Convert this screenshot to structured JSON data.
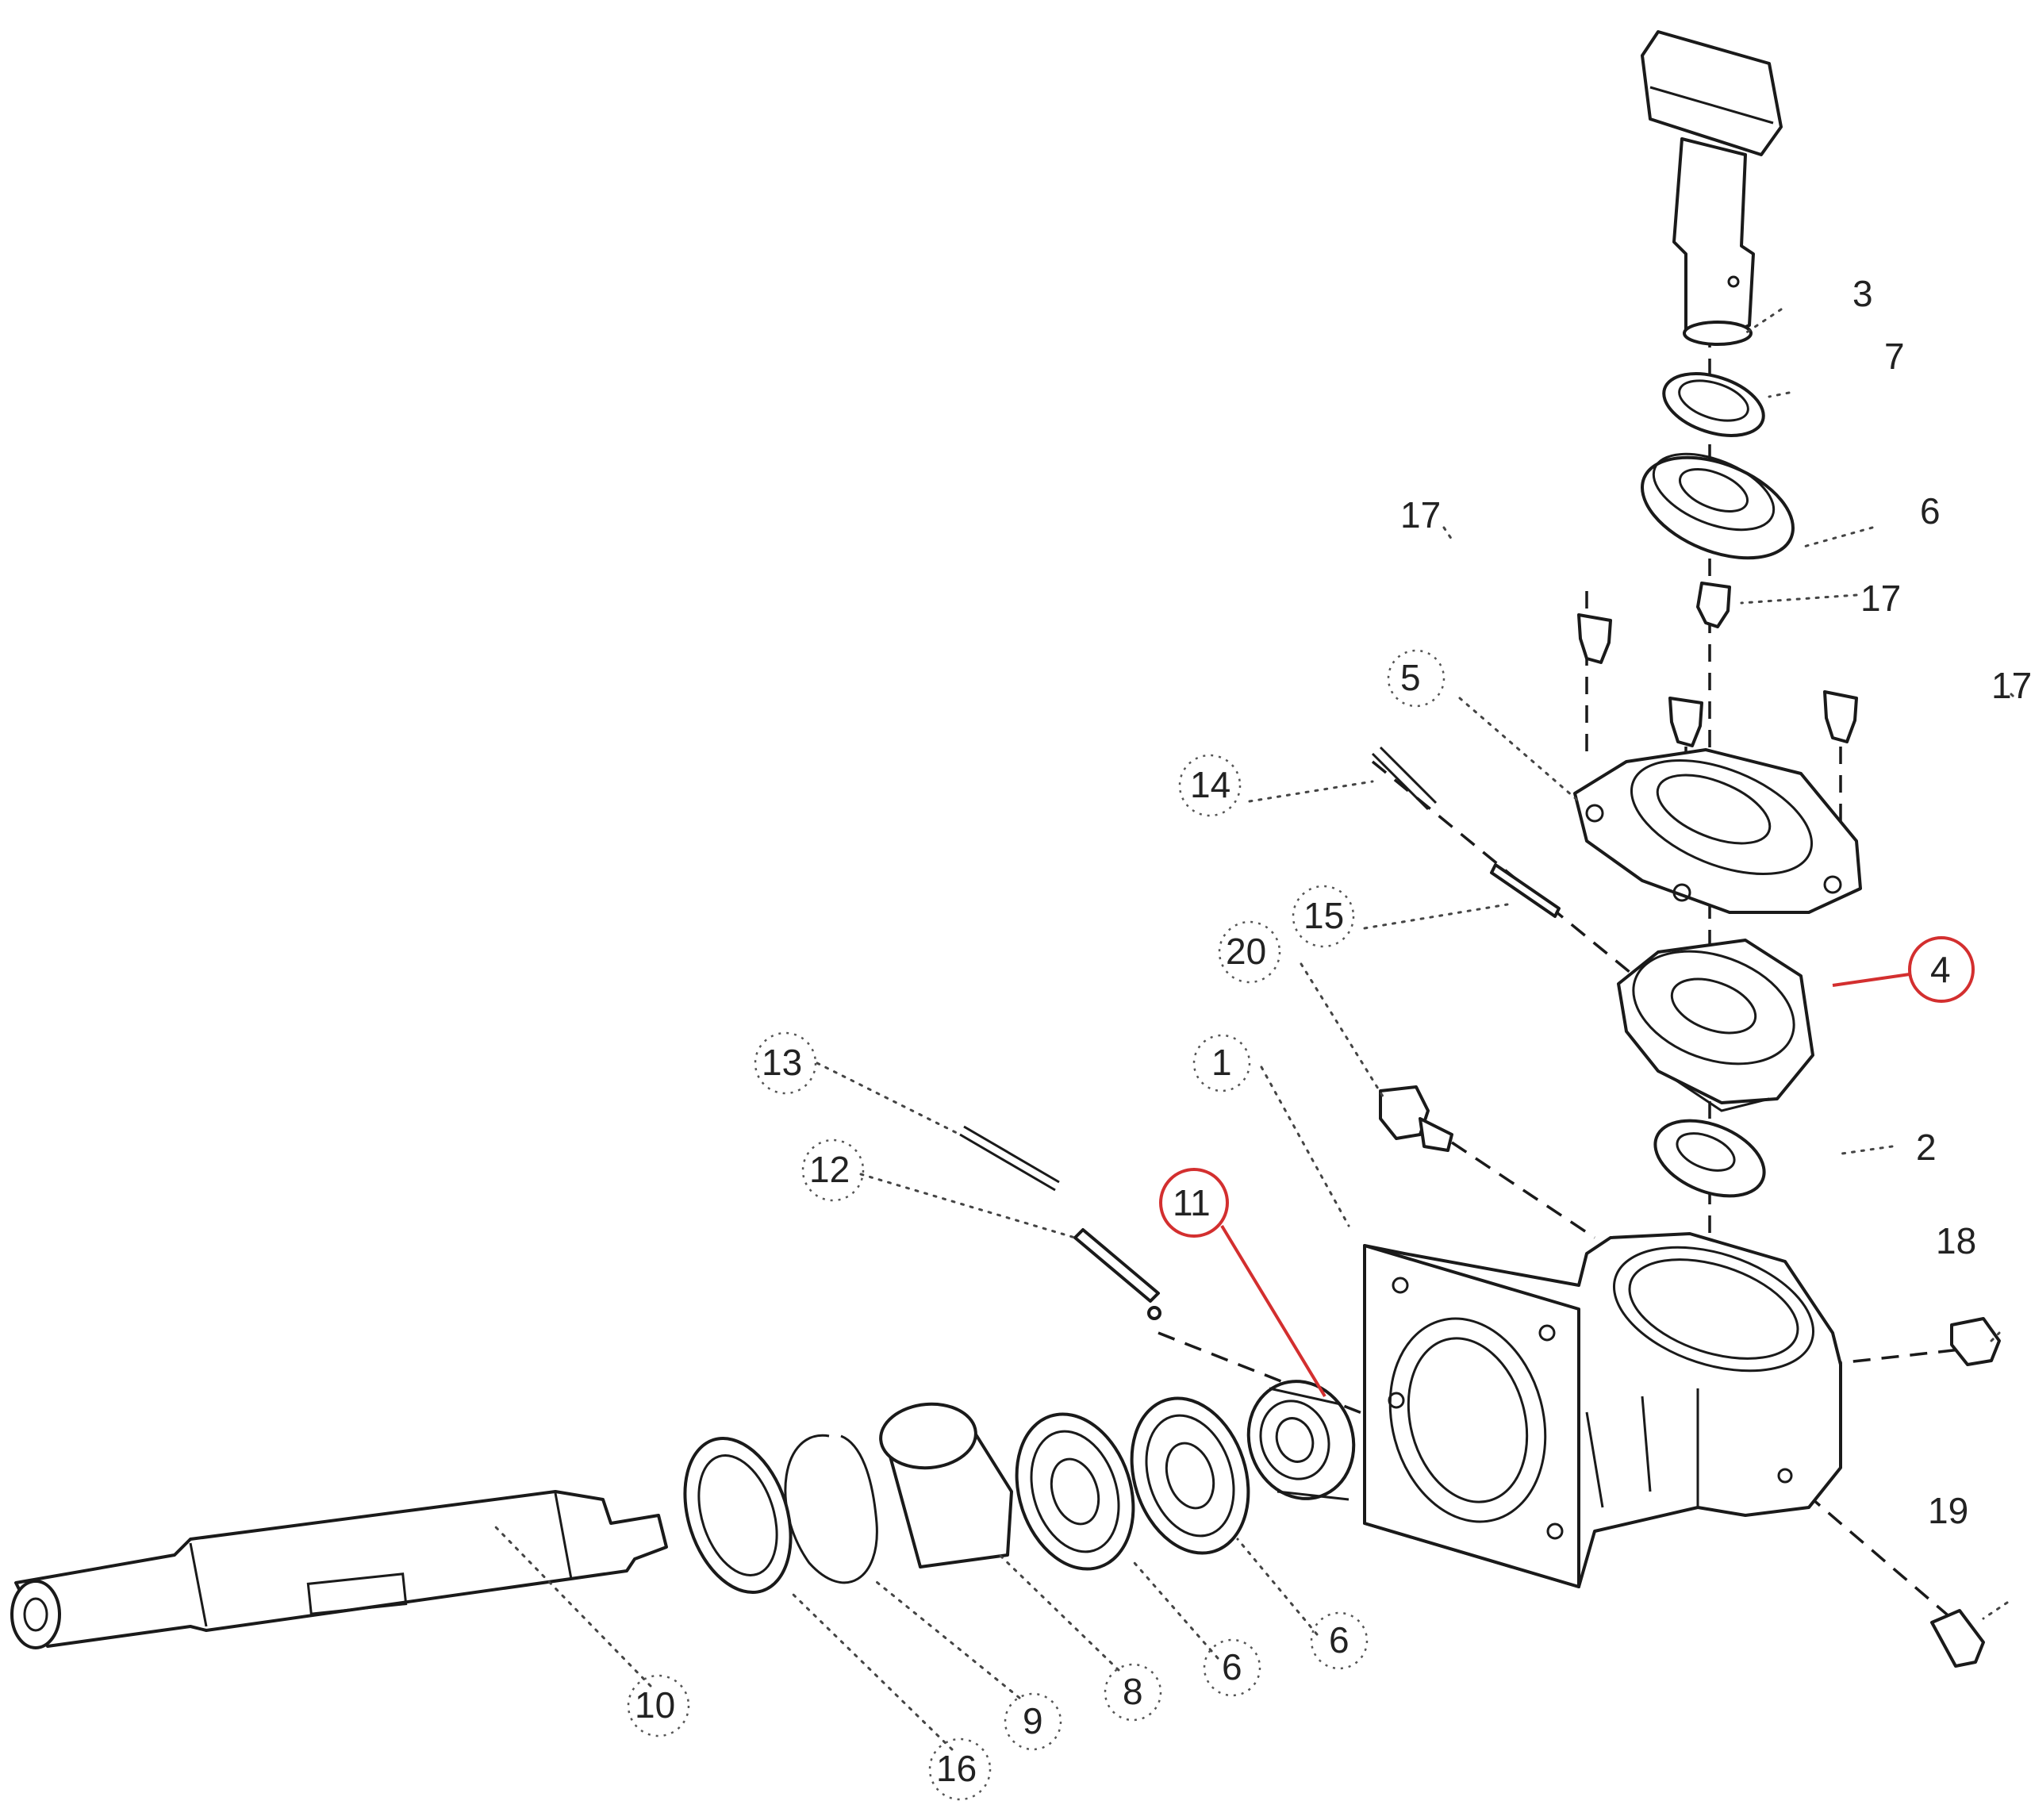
{
  "diagram": {
    "labels": [
      {
        "id": "3",
        "text": "3"
      },
      {
        "id": "7a",
        "text": "7"
      },
      {
        "id": "6a",
        "text": "6"
      },
      {
        "id": "17a",
        "text": "17"
      },
      {
        "id": "17b",
        "text": "17"
      },
      {
        "id": "17c",
        "text": "17"
      },
      {
        "id": "5",
        "text": "5"
      },
      {
        "id": "14",
        "text": "14"
      },
      {
        "id": "15",
        "text": "15"
      },
      {
        "id": "20",
        "text": "20"
      },
      {
        "id": "4",
        "text": "4"
      },
      {
        "id": "2",
        "text": "2"
      },
      {
        "id": "1",
        "text": "1"
      },
      {
        "id": "13",
        "text": "13"
      },
      {
        "id": "12",
        "text": "12"
      },
      {
        "id": "11",
        "text": "11"
      },
      {
        "id": "18",
        "text": "18"
      },
      {
        "id": "19",
        "text": "19"
      },
      {
        "id": "10",
        "text": "10"
      },
      {
        "id": "16",
        "text": "16"
      },
      {
        "id": "9",
        "text": "9"
      },
      {
        "id": "8",
        "text": "8"
      },
      {
        "id": "6b",
        "text": "6"
      },
      {
        "id": "6c",
        "text": "6"
      }
    ],
    "highlighted": [
      "4",
      "11"
    ],
    "highlight_color": "#d32f2f"
  }
}
